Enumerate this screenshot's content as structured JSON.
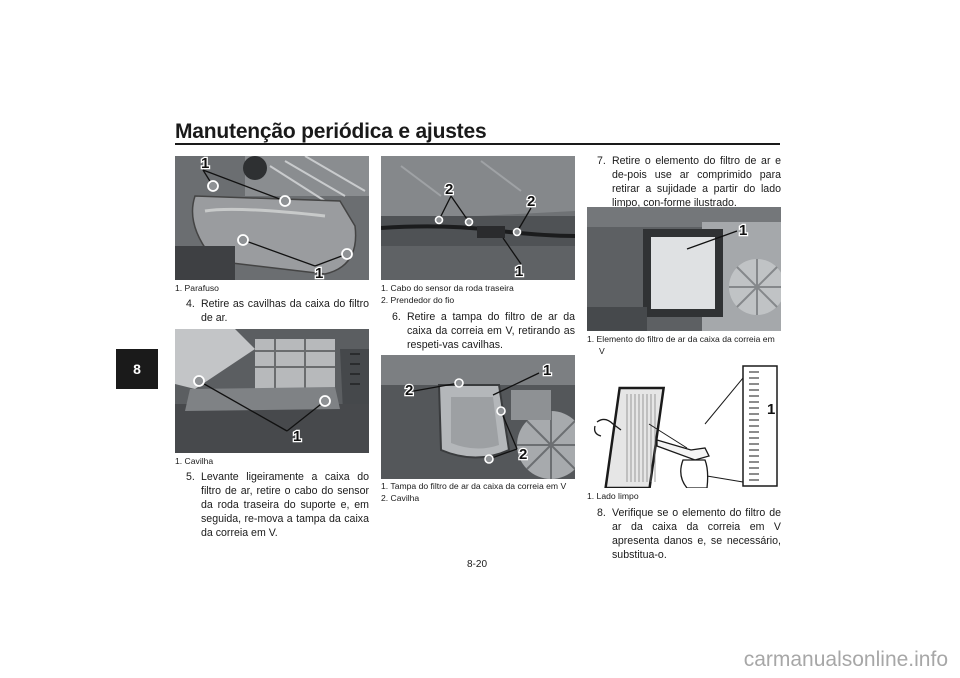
{
  "header": {
    "title": "Manutenção periódica e ajustes"
  },
  "chapter_tab": "8",
  "page_number": "8-20",
  "watermark": "carmanualsonline.info",
  "figures": {
    "fig1": {
      "callouts": [
        "1",
        "1"
      ],
      "captions": [
        "1. Parafuso"
      ]
    },
    "fig2": {
      "callouts": [
        "1"
      ],
      "captions": [
        "1. Cavilha"
      ]
    },
    "fig3": {
      "callouts": [
        "2",
        "2",
        "1"
      ],
      "captions": [
        "1. Cabo do sensor da roda traseira",
        "2. Prendedor do fio"
      ]
    },
    "fig4": {
      "callouts": [
        "2",
        "1",
        "2"
      ],
      "captions": [
        "1. Tampa do filtro de ar da caixa da correia em V",
        "2. Cavilha"
      ]
    },
    "fig5": {
      "callouts": [
        "1"
      ],
      "captions": [
        "1. Elemento do filtro de ar da caixa da correia em V"
      ]
    },
    "fig6": {
      "callouts": [
        "1"
      ],
      "captions": [
        "1. Lado limpo"
      ]
    }
  },
  "steps": [
    {
      "num": "4.",
      "text": "Retire as cavilhas da caixa do filtro de ar."
    },
    {
      "num": "5.",
      "text": "Levante ligeiramente a caixa do filtro de ar, retire o cabo do sensor da roda traseira do suporte e, em seguida, re-mova a tampa da caixa da correia em V."
    },
    {
      "num": "6.",
      "text": "Retire a tampa do filtro de ar da caixa da correia em V, retirando as respeti-vas cavilhas."
    },
    {
      "num": "7.",
      "text": "Retire o elemento do filtro de ar e de-pois use ar comprimido para retirar a sujidade a partir do lado limpo, con-forme ilustrado."
    },
    {
      "num": "8.",
      "text": "Verifique se o elemento do filtro de ar da caixa da correia em V apresenta danos e, se necessário, substitua-o."
    }
  ]
}
